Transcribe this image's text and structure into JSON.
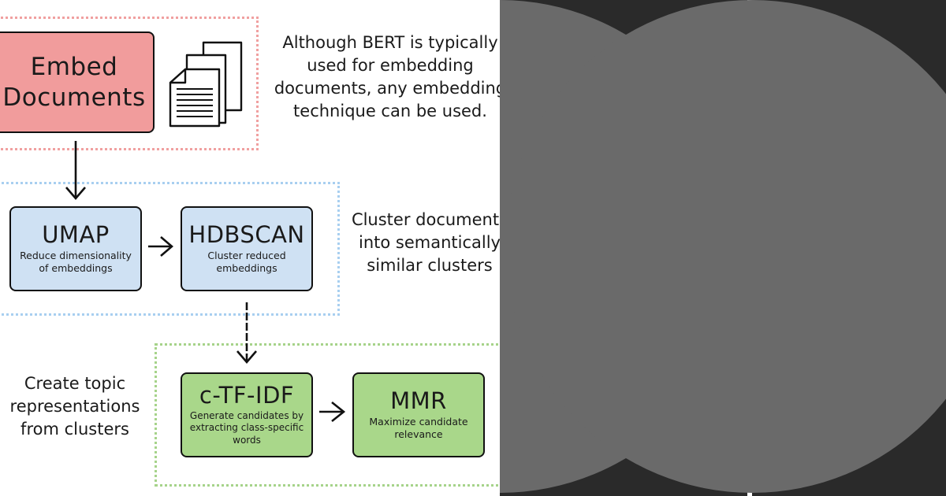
{
  "steps": {
    "embed": {
      "title_line1": "Embed",
      "title_line2": "Documents"
    },
    "umap": {
      "title": "UMAP",
      "desc_line1": "Reduce dimensionality",
      "desc_line2": "of embeddings"
    },
    "hdbscan": {
      "title": "HDBSCAN",
      "desc_line1": "Cluster reduced",
      "desc_line2": "embeddings"
    },
    "ctfidf": {
      "title": "c-TF-IDF",
      "desc_line1": "Generate candidates by",
      "desc_line2": "extracting class-specific",
      "desc_line3": "words"
    },
    "mmr": {
      "title": "MMR",
      "desc_line1": "Maximize candidate",
      "desc_line2": "relevance"
    }
  },
  "notes": {
    "embedding": [
      "Although BERT is typically",
      "used for embedding",
      "documents, any embedding",
      "technique can be used."
    ],
    "clustering": [
      "Cluster documents",
      "into semantically",
      "similar clusters"
    ],
    "representation": [
      "Create topic",
      "representations",
      "from clusters"
    ]
  },
  "colors": {
    "embed_fill": "#f19c9c",
    "cluster_fill": "#cfe1f3",
    "represent_fill": "#a9d78a",
    "embed_frame": "#f0a0a0",
    "cluster_frame": "#a8cff0",
    "represent_frame": "#a6d38a",
    "dark_bg": "#2a2a2a",
    "circle_fill": "#6a6a6a"
  },
  "icons": {
    "documents": "stacked-documents-icon"
  }
}
